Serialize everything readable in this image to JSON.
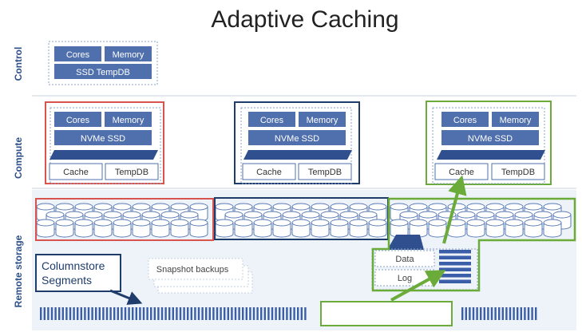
{
  "title": "Adaptive Caching",
  "rows": {
    "control": "Control",
    "compute": "Compute",
    "remote": "Remote storage"
  },
  "control_node": {
    "cores": "Cores",
    "memory": "Memory",
    "ssd": "SSD TempDB"
  },
  "compute_nodes": [
    {
      "cores": "Cores",
      "memory": "Memory",
      "ssd": "NVMe SSD",
      "cache": "Cache",
      "tempdb": "TempDB",
      "color": "#d9534f"
    },
    {
      "cores": "Cores",
      "memory": "Memory",
      "ssd": "NVMe SSD",
      "cache": "Cache",
      "tempdb": "TempDB",
      "color": "#1f3d6b"
    },
    {
      "cores": "Cores",
      "memory": "Memory",
      "ssd": "NVMe SSD",
      "cache": "Cache",
      "tempdb": "TempDB",
      "color": "#6aab3a"
    }
  ],
  "storage": {
    "data": "Data",
    "log": "Log",
    "snapshot": "Snapshot backups",
    "callout": {
      "line1": "Columnstore",
      "line2": "Segments"
    }
  },
  "colors": {
    "box_fill": "#4f6fad",
    "red": "#d9534f",
    "navy": "#1f3d6b",
    "green": "#6aab3a",
    "band": "#eef3f9",
    "disk_stroke": "#5a7bb5"
  }
}
